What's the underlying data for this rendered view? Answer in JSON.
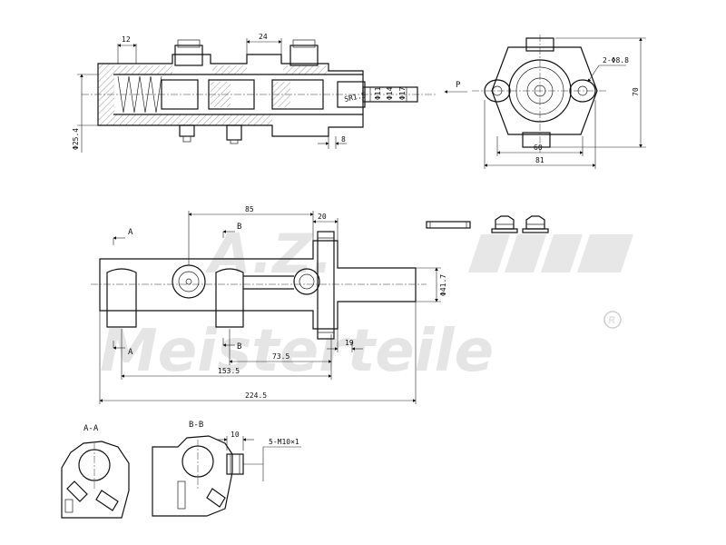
{
  "top_view": {
    "dim_12": "12",
    "dim_24": "24",
    "dim_dia_25_4": "Φ25.4",
    "dim_8": "8",
    "dim_sr": "SR1.5",
    "dim_dia_a": "Φ11",
    "dim_dia_b": "Φ14",
    "dim_dia_c": "Φ17",
    "arrow_p": "P"
  },
  "end_view": {
    "hole_note": "2-Φ8.8",
    "dim_60": "60",
    "dim_81": "81",
    "dim_70": "70"
  },
  "main_view": {
    "dim_85": "85",
    "dim_20": "20",
    "dim_dia_41_7": "Φ41.7",
    "dim_19": "19",
    "dim_73_5": "73.5",
    "dim_153_5": "153.5",
    "dim_224_5": "224.5",
    "section_a": "A",
    "section_b": "B"
  },
  "sections": {
    "aa_title": "A-A",
    "bb_title": "B-B",
    "dim_10": "10",
    "thread_note": "5-M10×1"
  },
  "watermark": {
    "logo_text": "A.Z.",
    "brand_text": "Meisterteile",
    "registered": "R"
  }
}
